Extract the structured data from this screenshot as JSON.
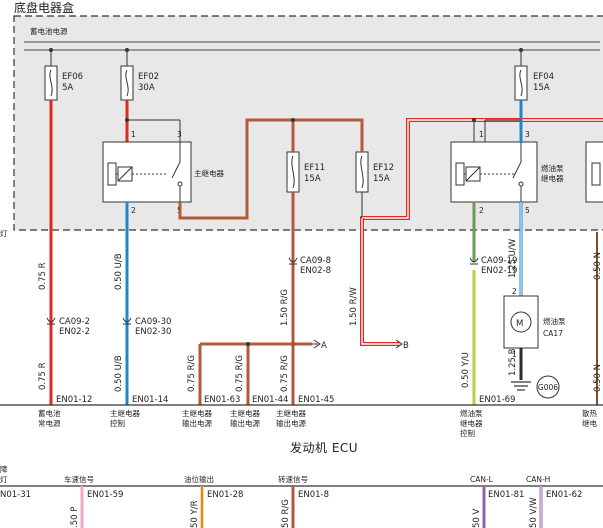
{
  "box_title": "底盘电器盒",
  "battery_power": "蓄电池电源",
  "lamp_top": "灯",
  "fuses": [
    {
      "name": "EF06",
      "rating": "5A"
    },
    {
      "name": "EF02",
      "rating": "30A"
    },
    {
      "name": "EF11",
      "rating": "15A"
    },
    {
      "name": "EF12",
      "rating": "15A"
    },
    {
      "name": "EF04",
      "rating": "15A"
    }
  ],
  "relays": [
    {
      "label": "主继电器",
      "pins": [
        "1",
        "3",
        "2",
        "5"
      ]
    },
    {
      "label_line1": "燃油泵",
      "label_line2": "继电器",
      "pins": [
        "1",
        "3",
        "2",
        "5"
      ]
    }
  ],
  "wires": {
    "w1": "0.75 R",
    "w2": "0.50 U/B",
    "w3": "1.50 R/G",
    "w4": "1.50 R/W",
    "w5": "1.25 U/W",
    "w6": "0.50 Y/U",
    "w7": "1.25 B",
    "w8": "0.50 N",
    "w9": "0.75 R",
    "w10": "0.50 U/B",
    "w11": "0.75 R/G",
    "w12": "0.75 R/G",
    "w13": "0.75 R/G",
    "w14": "0.50 N"
  },
  "connectors": {
    "c1a": "CA09-2",
    "c1b": "EN02-2",
    "c2a": "CA09-30",
    "c2b": "EN02-30",
    "c3a": "CA09-8",
    "c3b": "EN02-8",
    "c4a": "CA09-19",
    "c4b": "EN02-19"
  },
  "arrows": {
    "a": "A",
    "b": "B"
  },
  "pump": {
    "symbol": "M",
    "name": "燃油泵",
    "code": "CA17"
  },
  "ground": "G006",
  "ecu_pins": {
    "p12": "EN01-12",
    "p14": "EN01-14",
    "p63": "EN01-63",
    "p44": "EN01-44",
    "p45": "EN01-45",
    "p69": "EN01-69"
  },
  "ecu_labels": {
    "l12a": "蓄电池",
    "l12b": "常电源",
    "l14a": "主继电器",
    "l14b": "控制",
    "l63a": "主继电器",
    "l63b": "输出电源",
    "l44a": "主继电器",
    "l44b": "输出电源",
    "l45a": "主继电器",
    "l45b": "输出电源",
    "l69a": "燃油泵",
    "l69b": "继电器",
    "l69c": "控制",
    "lra": "散热",
    "lrb": "继电"
  },
  "ecu_title": "发动机 ECU",
  "bottom": {
    "lamp_a": "障",
    "lamp_b": "灯",
    "speed_signal": "车速信号",
    "fuel_output": "油位输出",
    "rpm_signal": "转速信号",
    "can_l": "CAN-L",
    "can_h": "CAN-H",
    "pin31": "N01-31",
    "pin59": "EN01-59",
    "pin28": "EN01-28",
    "pin8": "EN01-8",
    "pin81": "EN01-81",
    "pin62": "EN01-62",
    "wp": ".50 P",
    "wyr": "50 Y/R",
    "wrg": "50 R/G",
    "wv": "50 V",
    "wvw": "50 V/W"
  },
  "colors": {
    "red": "#e02a1f",
    "blue": "#1f86c9",
    "brown": "#b25b37",
    "green": "#6a9a56",
    "yellowgreen": "#b5d04a",
    "black": "#2b2b2b",
    "pink": "#f3a6c5",
    "yellow": "#f1d23c",
    "violet": "#8d62a9",
    "box_fill": "#e8e8e8"
  }
}
